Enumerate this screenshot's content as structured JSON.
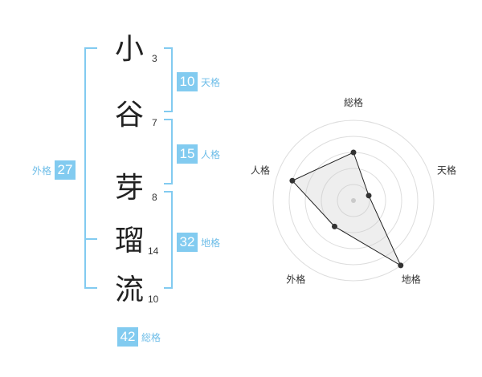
{
  "surname": [
    {
      "char": "小",
      "strokes": "3"
    },
    {
      "char": "谷",
      "strokes": "7"
    }
  ],
  "given_name": [
    {
      "char": "芽",
      "strokes": "8"
    },
    {
      "char": "瑠",
      "strokes": "14"
    },
    {
      "char": "流",
      "strokes": "10"
    }
  ],
  "fortunes": {
    "tenkaku": {
      "value": "10",
      "label": "天格"
    },
    "jinkaku": {
      "value": "15",
      "label": "人格"
    },
    "chikaku": {
      "value": "32",
      "label": "地格"
    },
    "gaikaku": {
      "value": "27",
      "label": "外格"
    },
    "soukaku": {
      "value": "42",
      "label": "総格"
    }
  },
  "colors": {
    "accent": "#82cbf0",
    "label": "#6dbde8",
    "bracket": "#82cbf0"
  },
  "chart_data": {
    "type": "radar",
    "axes": [
      "総格",
      "天格",
      "地格",
      "外格",
      "人格"
    ],
    "values": [
      3,
      1,
      5,
      2,
      4
    ],
    "max": 5,
    "grid": true
  }
}
